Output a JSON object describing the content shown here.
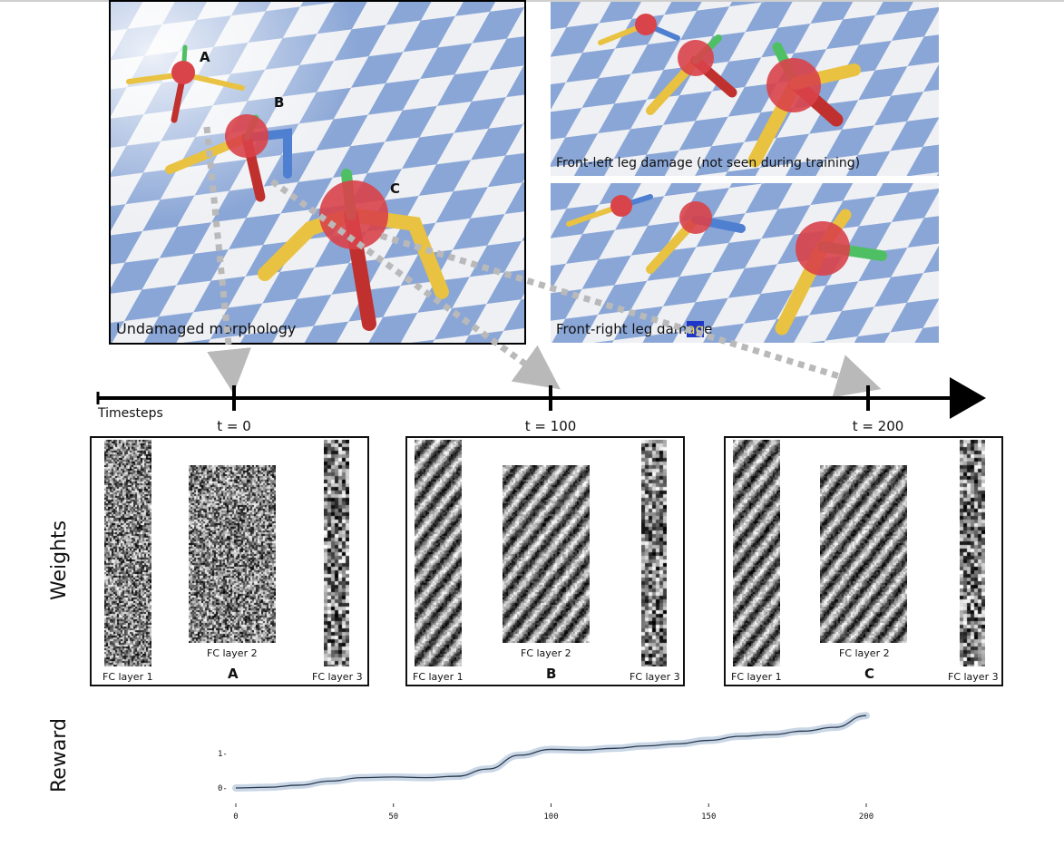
{
  "scenes": {
    "main_caption": "Undamaged morphology",
    "top_right_caption": "Front-left leg damage (not seen during training)",
    "bottom_right_caption_pre": "Front-right leg dam",
    "bottom_right_caption_sel": "ag",
    "bottom_right_caption_post": "e",
    "robot_labels": [
      "A",
      "B",
      "C"
    ]
  },
  "timeline": {
    "axis_label": "Timesteps",
    "ticks": [
      "t = 0",
      "t = 100",
      "t = 200"
    ]
  },
  "weights": {
    "row_label": "Weights",
    "panels": [
      {
        "letter": "A",
        "layer1": "FC layer 1",
        "layer2": "FC layer 2",
        "layer3": "FC layer 3"
      },
      {
        "letter": "B",
        "layer1": "FC layer 1",
        "layer2": "FC layer 2",
        "layer3": "FC layer 3"
      },
      {
        "letter": "C",
        "layer1": "FC layer 1",
        "layer2": "FC layer 2",
        "layer3": "FC layer 3"
      }
    ]
  },
  "colors": {
    "accent_arrow": "#b9b9b9",
    "robot_body": "#d9434a",
    "limb_yellow": "#e8c240",
    "limb_blue": "#4f7fd0",
    "joint_green": "#4fbf63",
    "floor_blue": "#8aa6d6",
    "floor_white": "#eef0f4",
    "reward_line": "#2b3a4e",
    "reward_band": "#c9d6e6"
  },
  "chart_data": {
    "type": "line",
    "ylabel": "Reward",
    "xlabel": "",
    "x": [
      0,
      10,
      20,
      30,
      40,
      50,
      60,
      70,
      80,
      90,
      100,
      110,
      120,
      130,
      140,
      150,
      160,
      170,
      180,
      190,
      200
    ],
    "xticks": [
      0,
      50,
      100,
      150,
      200
    ],
    "yticks": [
      0,
      1
    ],
    "series": [
      {
        "values": [
          0.0,
          0.02,
          0.08,
          0.2,
          0.3,
          0.32,
          0.3,
          0.34,
          0.55,
          0.95,
          1.12,
          1.1,
          1.15,
          1.22,
          1.28,
          1.38,
          1.5,
          1.55,
          1.65,
          1.76,
          2.1
        ]
      }
    ],
    "xlim": [
      0,
      200
    ],
    "ylim": [
      -0.2,
      2.2
    ]
  }
}
